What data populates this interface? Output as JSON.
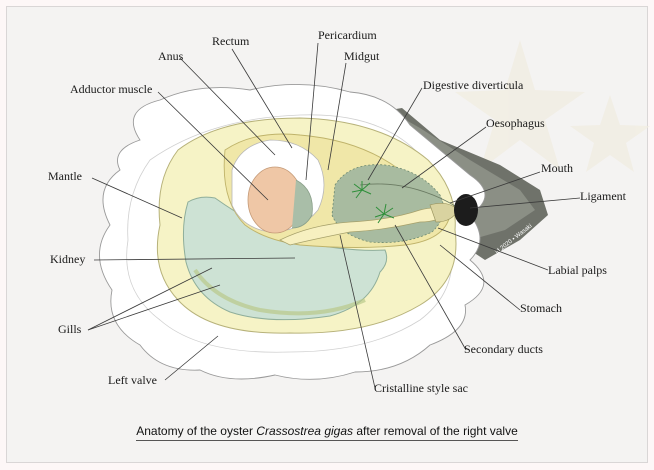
{
  "labels": {
    "rectum": "Rectum",
    "pericardium": "Pericardium",
    "anus": "Anus",
    "midgut": "Midgut",
    "adductor_muscle": "Adductor muscle",
    "digestive_diverticula": "Digestive diverticula",
    "oesophagus": "Oesophagus",
    "mantle": "Mantle",
    "mouth": "Mouth",
    "ligament": "Ligament",
    "kidney": "Kidney",
    "labial_palps": "Labial palps",
    "stomach": "Stomach",
    "gills": "Gills",
    "secondary_ducts": "Secondary ducts",
    "left_valve": "Left valve",
    "cristalline_style_sac": "Cristalline style sac"
  },
  "watermark": "jd 2020 • Wasaki",
  "caption": {
    "prefix": "Anatomy of the oyster ",
    "species": "Crassostrea gigas",
    "suffix": " after removal of the right valve"
  },
  "colors": {
    "shell": "#ffffff",
    "mantle": "#f6f2c4",
    "body": "#f3ecb0",
    "gills": "#cfe3d6",
    "digestive": "#a9bca2",
    "adductor": "#efc9a9",
    "ligament": "#6c6f66",
    "hinge_dark": "#1c1c1c"
  }
}
